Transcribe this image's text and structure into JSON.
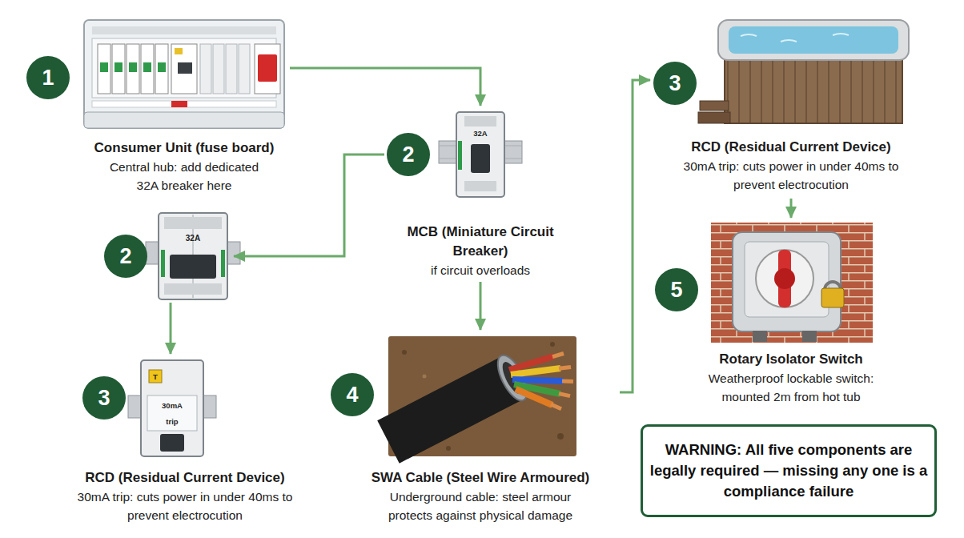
{
  "diagram": {
    "nodes": [
      {
        "text": [
          "Consumer Unit (fuse board)",
          "Central hub: add dedicated 32A breaker here"
        ]
      },
      {
        "text": [
          "MCB (Miniature Circuit Breaker)",
          "if circuit overloads"
        ]
      },
      {
        "text": [
          "32A"
        ]
      },
      {
        "text": [
          "RCD (Residual Current Device)",
          "30mA trip: cuts power in under 40ms to prevent electrocution"
        ]
      },
      {
        "text": [
          "SWA Cable (Steel Wire Armoured)",
          "Underground cable: steel armour protects against physical damage"
        ]
      },
      {
        "text": [
          "RCD (Residual Current Device)",
          "30mA trip: cuts power in under 40ms to prevent electrocution"
        ]
      },
      {
        "text": [
          "Rotary Isolator Switch",
          "Weatherproof lockable switch: mounted 2m from hot tub"
        ]
      },
      {
        "text": [
          "WARNING: All five components are legally required — missing any one is a compliance failure"
        ]
      }
    ],
    "edges": [
      {
        "from": 0,
        "to": 1,
        "arrow": "to"
      },
      {
        "from": 1,
        "to": 2,
        "arrow": "to"
      },
      {
        "from": 2,
        "to": 3,
        "arrow": "to"
      },
      {
        "from": 1,
        "to": 4,
        "arrow": "to"
      },
      {
        "from": 4,
        "to": 5,
        "arrow": "to"
      },
      {
        "from": 5,
        "to": 6,
        "arrow": "to"
      }
    ],
    "labels": [
      "1",
      "2",
      "2",
      "3",
      "4",
      "3",
      "5",
      "32A",
      "30mA",
      "trip",
      "T"
    ]
  }
}
